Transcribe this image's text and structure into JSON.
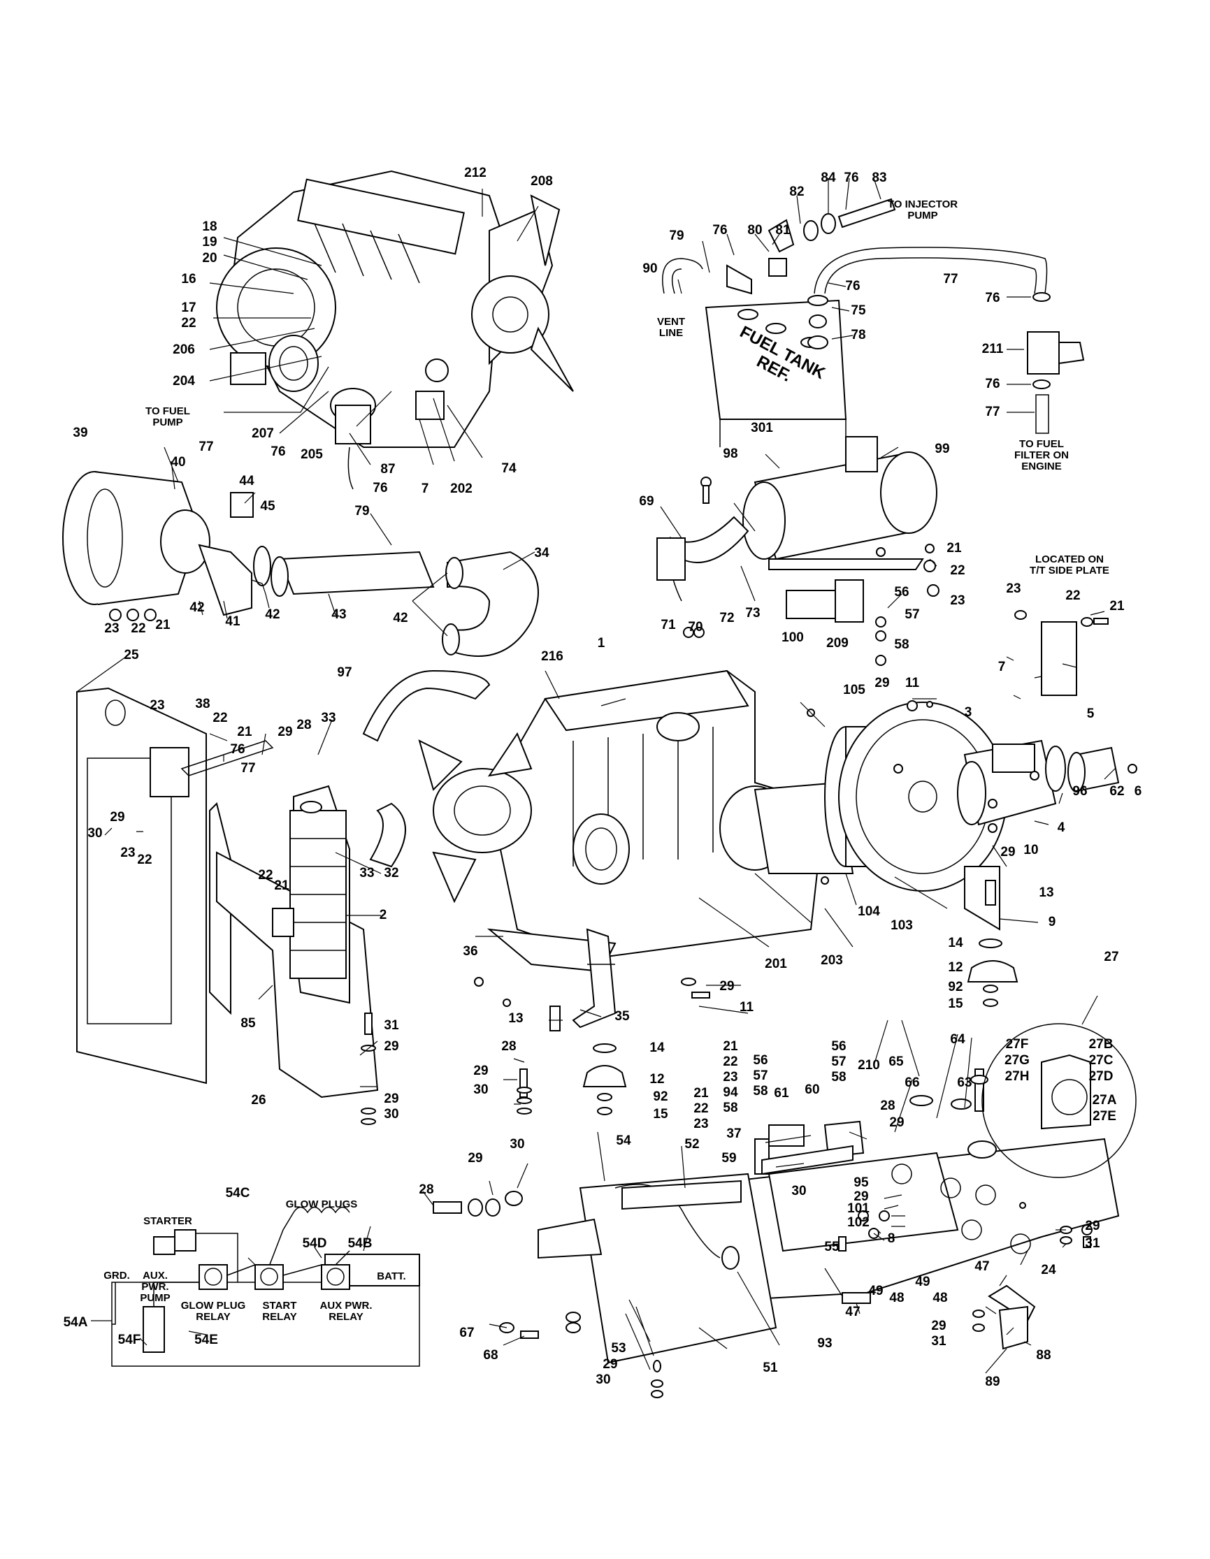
{
  "notes": {
    "to_injector_pump": [
      "TO INJECTOR",
      "PUMP"
    ],
    "vent_line": [
      "VENT",
      "LINE"
    ],
    "fuel_tank_ref": [
      "FUEL TANK",
      "REF."
    ],
    "to_fuel_filter": [
      "TO FUEL",
      "FILTER ON",
      "ENGINE"
    ],
    "to_fuel_pump": [
      "TO FUEL",
      "PUMP"
    ],
    "located_on": [
      "LOCATED ON",
      "T/T SIDE PLATE"
    ],
    "glow_plugs": "GLOW PLUGS",
    "starter": "STARTER",
    "batt": "BATT.",
    "grd": "GRD.",
    "aux_pwr_pump": [
      "AUX.",
      "PWR.",
      "PUMP"
    ],
    "glow_plug_relay": [
      "GLOW PLUG",
      "RELAY"
    ],
    "start_relay": [
      "START",
      "RELAY"
    ],
    "aux_pwr_relay": [
      "AUX PWR.",
      "RELAY"
    ]
  },
  "callouts": [
    "212",
    "208",
    "18",
    "19",
    "20",
    "16",
    "17",
    "22",
    "206",
    "204",
    "207",
    "76",
    "205",
    "87",
    "76",
    "79",
    "7",
    "202",
    "74",
    "77",
    "82",
    "84",
    "76",
    "83",
    "79",
    "76",
    "80",
    "81",
    "90",
    "76",
    "77",
    "75",
    "78",
    "76",
    "211",
    "76",
    "77",
    "39",
    "40",
    "44",
    "45",
    "34",
    "23",
    "22",
    "21",
    "42",
    "41",
    "42",
    "43",
    "42",
    "301",
    "99",
    "98",
    "69",
    "21",
    "22",
    "23",
    "56",
    "57",
    "58",
    "71",
    "70",
    "72",
    "73",
    "100",
    "209",
    "23",
    "22",
    "21",
    "7",
    "25",
    "97",
    "1",
    "216",
    "105",
    "29",
    "11",
    "3",
    "5",
    "96",
    "62",
    "6",
    "4",
    "29",
    "10",
    "23",
    "38",
    "22",
    "21",
    "29",
    "28",
    "33",
    "76",
    "77",
    "30",
    "29",
    "23",
    "22",
    "32",
    "33",
    "22",
    "21",
    "2",
    "13",
    "9",
    "104",
    "103",
    "14",
    "12",
    "92",
    "15",
    "36",
    "201",
    "203",
    "29",
    "11",
    "27",
    "85",
    "31",
    "29",
    "26",
    "29",
    "30",
    "13",
    "35",
    "28",
    "14",
    "29",
    "12",
    "30",
    "92",
    "15",
    "21",
    "22",
    "23",
    "94",
    "58",
    "56",
    "57",
    "58",
    "61",
    "60",
    "56",
    "57",
    "58",
    "210",
    "21",
    "22",
    "23",
    "65",
    "64",
    "66",
    "63",
    "28",
    "29",
    "37",
    "59",
    "27F",
    "27G",
    "27H",
    "27B",
    "27C",
    "27D",
    "27A",
    "27E",
    "28",
    "29",
    "30",
    "54",
    "52",
    "30",
    "95",
    "29",
    "101",
    "102",
    "8",
    "55",
    "29",
    "31",
    "24",
    "54C",
    "54D",
    "54B",
    "54A",
    "54F",
    "54E",
    "67",
    "68",
    "53",
    "29",
    "30",
    "51",
    "93",
    "47",
    "49",
    "48",
    "47",
    "49",
    "48",
    "29",
    "31",
    "88",
    "89"
  ]
}
